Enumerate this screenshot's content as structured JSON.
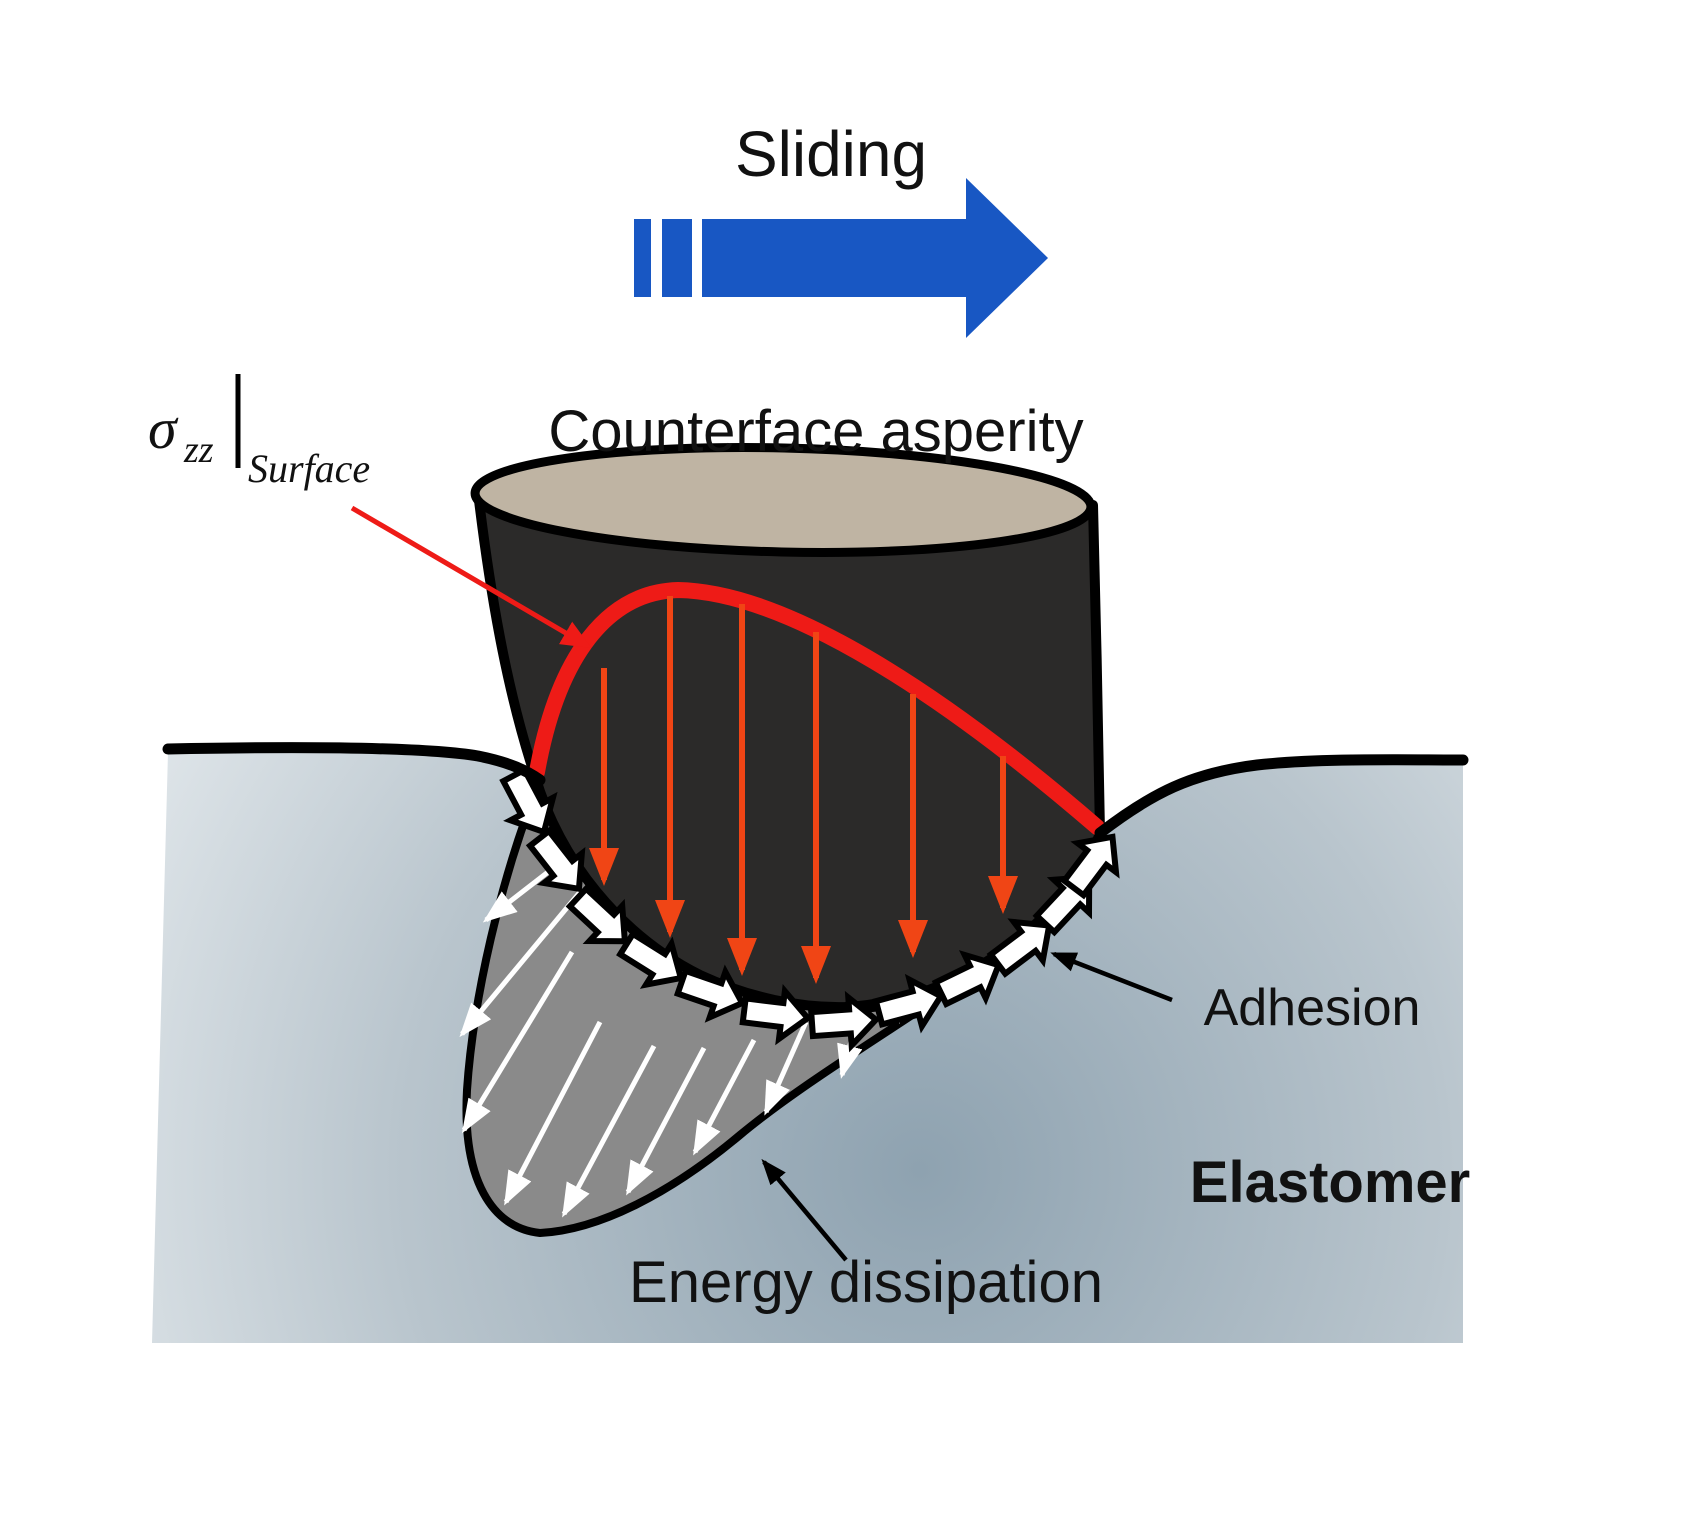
{
  "figure": {
    "type": "scientific-illustration",
    "subject": "Sliding rubber friction: counterface asperity indenting an elastomer with normal stress distribution, adhesion arrows at the interface and viscoelastic energy dissipation lobe"
  },
  "labels": {
    "sliding": "Sliding",
    "counterface_asperity": "Counterface asperity",
    "stress": {
      "symbol": "σ",
      "subscript": "zz",
      "evaluated_at": "Surface"
    },
    "adhesion": "Adhesion",
    "elastomer": "Elastomer",
    "energy_dissipation": "Energy dissipation"
  },
  "colors": {
    "sliding_arrow_blue": "#1857C3",
    "stress_curve_red": "#EE1B17",
    "stress_arrow_vermilion": "#F04515",
    "asperity_dark": "#2B2A29",
    "asperity_top_tan": "#BFB4A3",
    "dissipation_gray": "#8A8A8A",
    "elastomer_center": "#8EA2B0",
    "elastomer_mid": "#B9C5CD",
    "elastomer_edge": "#E8EDF0",
    "outline_black": "#000000",
    "arrow_white": "#FFFFFF"
  }
}
